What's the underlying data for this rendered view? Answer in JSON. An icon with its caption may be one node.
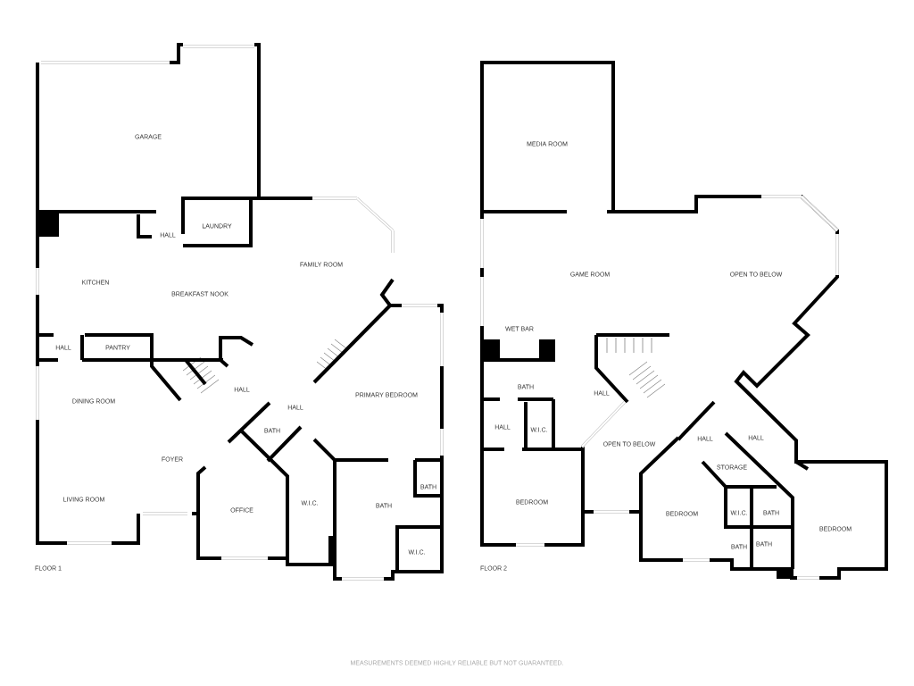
{
  "diagram": {
    "labels": [
      "GARAGE",
      "HALL",
      "LAUNDRY",
      "KITCHEN",
      "BREAKFAST NOOK",
      "FAMILY ROOM",
      "HALL",
      "PANTRY",
      "DINING ROOM",
      "HALL",
      "HALL",
      "PRIMARY BEDROOM",
      "BATH",
      "FOYER",
      "LIVING ROOM",
      "OFFICE",
      "W.I.C.",
      "BATH",
      "BATH",
      "W.I.C.",
      "FLOOR 1",
      "MEDIA ROOM",
      "GAME ROOM",
      "OPEN TO BELOW",
      "WET BAR",
      "BATH",
      "HALL",
      "HALL",
      "W.I.C.",
      "OPEN TO BELOW",
      "HALL",
      "HALL",
      "STORAGE",
      "BEDROOM",
      "BEDROOM",
      "W.I.C.",
      "BATH",
      "BATH",
      "BATH",
      "BEDROOM",
      "FLOOR 2",
      "MEASUREMENTS DEEMED HIGHLY RELIABLE BUT NOT GUARANTEED."
    ]
  }
}
